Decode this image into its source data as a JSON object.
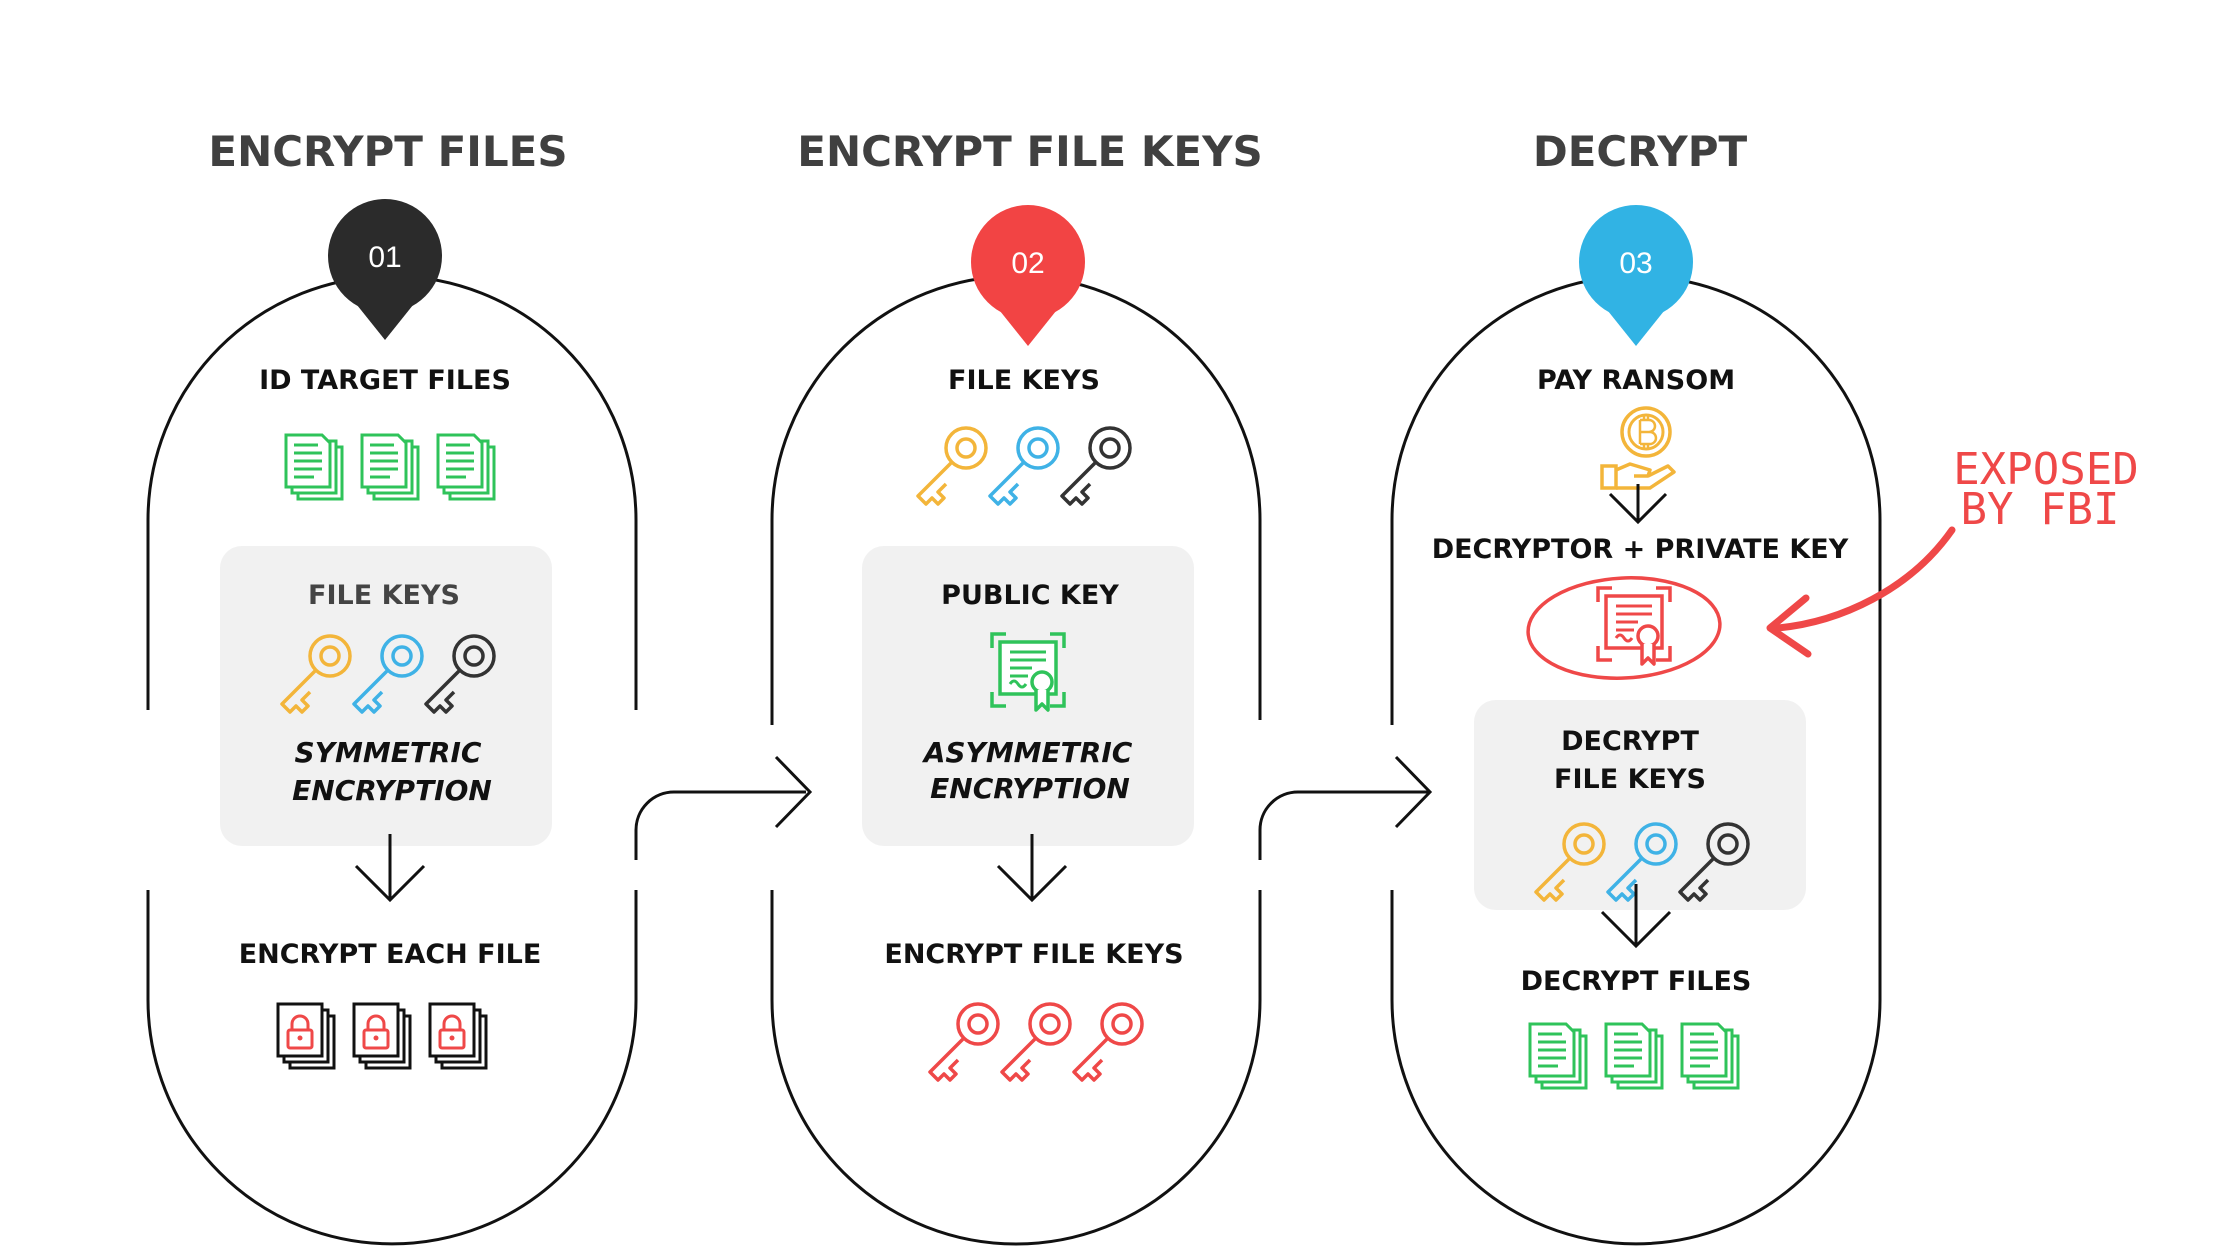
{
  "colors": {
    "outline": "#111111",
    "panel": "#f1f1f1",
    "green": "#2fc35a",
    "orange": "#f3b53a",
    "blue": "#3fb2e6",
    "dark": "#333333",
    "red": "#ef4848",
    "badge1": "#2b2b2b",
    "badge2": "#f24444",
    "badge3": "#31b3e4"
  },
  "steps": [
    {
      "title": "ENCRYPT FILES",
      "badge": "01",
      "top_label": "ID TARGET FILES",
      "top_icons": [
        "document-icon",
        "document-icon",
        "document-icon"
      ],
      "panel_title": "FILE KEYS",
      "panel_icons": [
        "key-icon",
        "key-icon",
        "key-icon"
      ],
      "panel_caption_line1": "SYMMETRIC",
      "panel_caption_line2": "ENCRYPTION",
      "bottom_label": "ENCRYPT EACH FILE",
      "bottom_icons": [
        "locked-document-icon",
        "locked-document-icon",
        "locked-document-icon"
      ]
    },
    {
      "title": "ENCRYPT FILE KEYS",
      "badge": "02",
      "top_label": "FILE KEYS",
      "top_icons": [
        "key-icon",
        "key-icon",
        "key-icon"
      ],
      "panel_title": "PUBLIC KEY",
      "panel_icons": [
        "certificate-icon"
      ],
      "panel_caption_line1": "ASYMMETRIC",
      "panel_caption_line2": "ENCRYPTION",
      "bottom_label": "ENCRYPT FILE KEYS",
      "bottom_icons": [
        "key-icon",
        "key-icon",
        "key-icon"
      ]
    },
    {
      "title": "DECRYPT",
      "badge": "03",
      "top_label": "PAY RANSOM",
      "top_icons": [
        "bitcoin-hand-icon"
      ],
      "middle_label": "DECRYPTOR + PRIVATE KEY",
      "middle_icons": [
        "certificate-icon"
      ],
      "panel_title_line1": "DECRYPT",
      "panel_title_line2": "FILE KEYS",
      "panel_icons": [
        "key-icon",
        "key-icon",
        "key-icon"
      ],
      "bottom_label": "DECRYPT FILES",
      "bottom_icons": [
        "document-icon",
        "document-icon",
        "document-icon"
      ]
    }
  ],
  "annotation": {
    "line1": "EXPOSED",
    "line2": "BY FBI"
  }
}
